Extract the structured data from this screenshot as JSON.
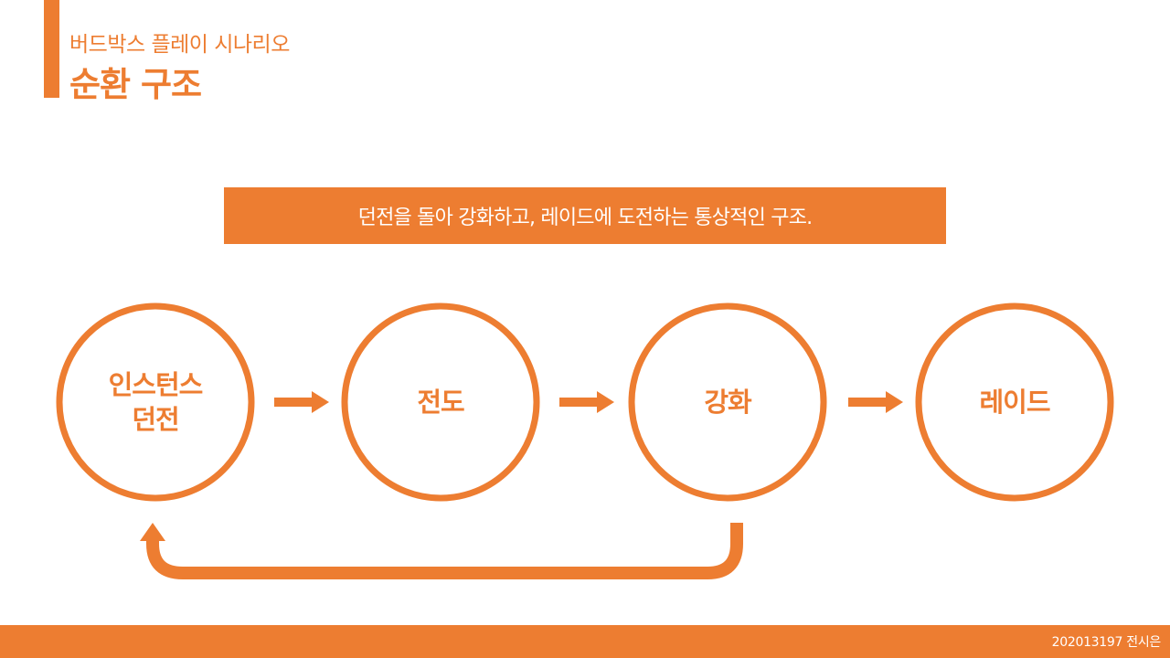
{
  "header": {
    "subtitle": "버드박스 플레이 시나리오",
    "title": "순환 구조"
  },
  "banner": {
    "text": "던전을 돌아 강화하고, 레이드에 도전하는 통상적인 구조."
  },
  "diagram": {
    "nodes": [
      {
        "lines": [
          "인스턴스",
          "던전"
        ]
      },
      {
        "lines": [
          "전도"
        ]
      },
      {
        "lines": [
          "강화"
        ]
      },
      {
        "lines": [
          "레이드"
        ]
      }
    ]
  },
  "footer": {
    "text": "202013197 전시은"
  },
  "colors": {
    "accent": "#ED7D31",
    "background": "#FFFFFF",
    "banner_text": "#FFFFFF"
  }
}
